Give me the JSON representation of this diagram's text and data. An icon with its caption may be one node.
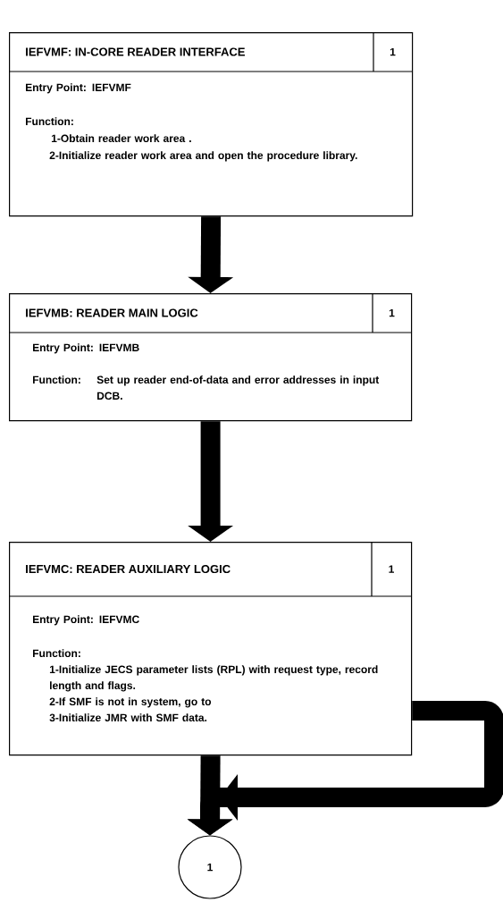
{
  "diagram": {
    "nodes": [
      {
        "text": [
          "IEFVMF: IN-CORE READER INTERFACE",
          "1",
          "Entry Point: IEFVMF",
          "Function:",
          "1-Obtain reader work area .",
          "2-Initialize reader work area and open the procedure library."
        ]
      },
      {
        "text": [
          "IEFVMB: READER MAIN LOGIC",
          "1",
          "Entry Point: IEFVMB",
          "Function:",
          "Set up reader end-of-data and error addresses in input DCB."
        ]
      },
      {
        "text": [
          "IEFVMC: READER AUXILIARY LOGIC",
          "1",
          "Entry Point: IEFVMC",
          "Function:",
          "1-Initialize JECS parameter lists (RPL) with request type, record length and flags.",
          "2-If SMF is not in system, go to",
          "3-Initialize JMR with SMF data."
        ]
      },
      {
        "text": [
          "1"
        ]
      }
    ],
    "edges": [
      {
        "from": 0,
        "to": 1,
        "arrow": "to"
      },
      {
        "from": 1,
        "to": 2,
        "arrow": "to"
      },
      {
        "from": 2,
        "to": 3,
        "arrow": "to"
      },
      {
        "from": 2,
        "to": 3,
        "arrow": "to"
      }
    ]
  }
}
